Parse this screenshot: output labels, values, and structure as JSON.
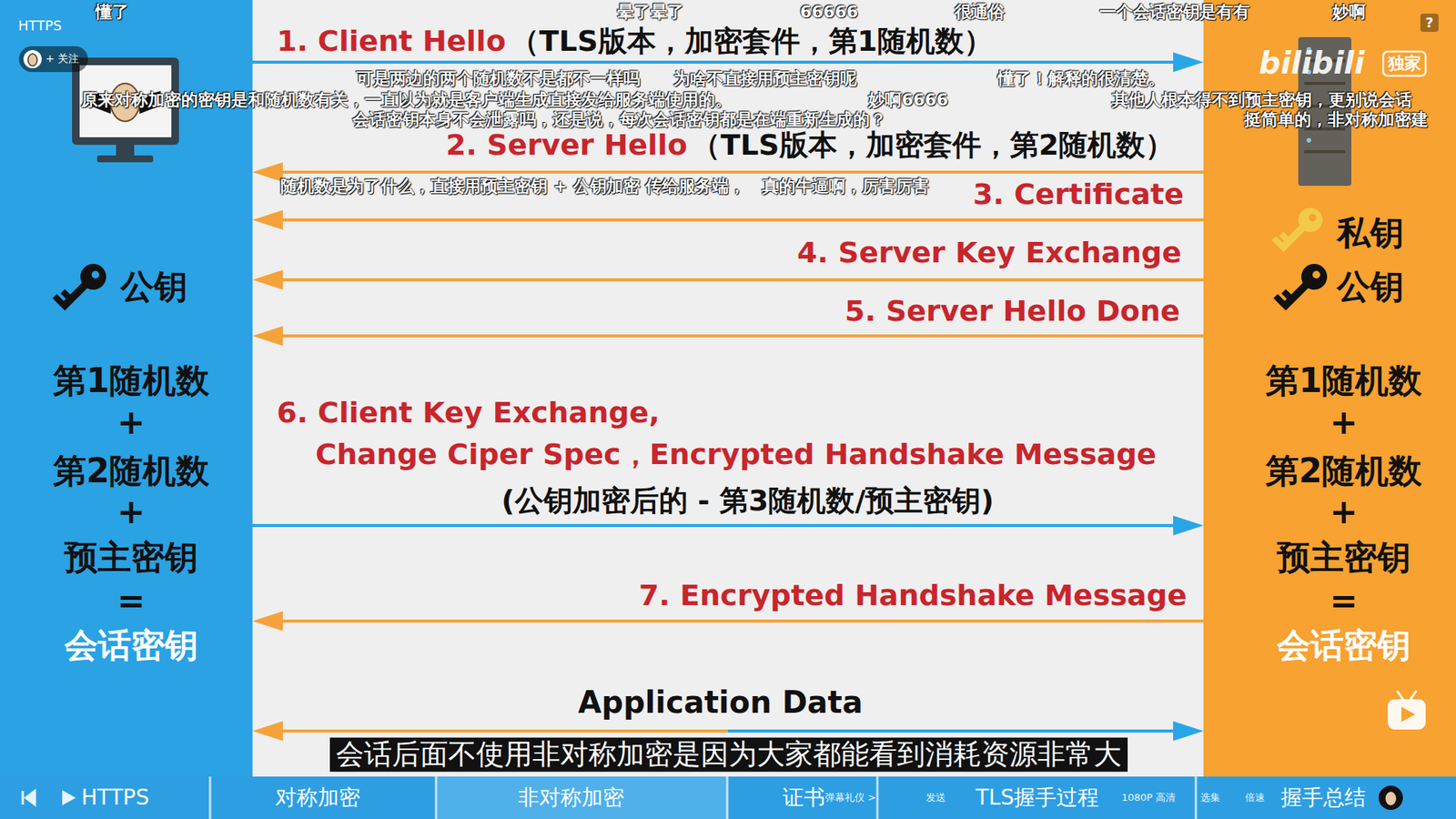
{
  "diagram": {
    "nodes": [
      {
        "text": [
          "公钥",
          "第1随机数",
          "+",
          "第2随机数",
          "+",
          "预主密钥",
          "=",
          "会话密钥"
        ]
      },
      {
        "text": [
          "私钥",
          "公钥",
          "第1随机数",
          "+",
          "第2随机数",
          "+",
          "预主密钥",
          "=",
          "会话密钥"
        ]
      }
    ],
    "edges": [
      {
        "from": 0,
        "to": 1,
        "label": "1. Client Hello",
        "arrow": "to"
      },
      {
        "from": 1,
        "to": 0,
        "label": "2. Server Hello",
        "arrow": "to"
      },
      {
        "from": 1,
        "to": 0,
        "label": "3. Certificate",
        "arrow": "to"
      },
      {
        "from": 1,
        "to": 0,
        "label": "4. Server Key Exchange",
        "arrow": "to"
      },
      {
        "from": 1,
        "to": 0,
        "label": "5. Server Hello Done",
        "arrow": "to"
      },
      {
        "from": 0,
        "to": 1,
        "label": "6. Client Key Exchange,",
        "arrow": "to"
      },
      {
        "from": 1,
        "to": 0,
        "label": "7. Encrypted Handshake Message",
        "arrow": "to"
      },
      {
        "from": 0,
        "to": 1,
        "label": "Application Data",
        "arrow": "both"
      }
    ],
    "labels": [
      "HTTPS",
      "+ 关注",
      "懂了",
      "晕了晕了",
      "66666",
      "很通俗",
      "妙啊",
      "一个会话密钥是有有",
      "bilibili",
      "独家",
      "（TLS版本，加密套件，第1随机数）",
      "可是两边的两个随机数不是都不一样吗",
      "为啥不直接用预主密钥呢",
      "懂了！解释的很清楚。",
      "原来对称加密的密钥是和随机数有关，一直以为就是客户端生成直接发给服务端使用的。",
      "妙啊6666",
      "其他人根本得不到预主密钥，更别说会话",
      "会话密钥本身不会泄露吗，还是说，每次会话密钥都是在端重新生成的？",
      "挺简单的，非对称加密建",
      "（TLS版本，加密套件，第2随机数）",
      "随机数是为了什么，直接用预主密钥 + 公钥加密 传给服务端，",
      "真的牛逼啊，厉害厉害",
      "Change Ciper Spec，Encrypted Handshake Message",
      "(公钥加密后的 - 第3随机数/预主密钥)",
      "会话后面不使用非对称加密是因为大家都能看到消耗资源非常大",
      "HTTPS",
      "对称加密",
      "非对称加密",
      "证书",
      "弹幕礼仪 >",
      "发送",
      "TLS握手过程",
      "1080P 高清",
      "选集",
      "倍速",
      "握手总结",
      "?"
    ]
  }
}
